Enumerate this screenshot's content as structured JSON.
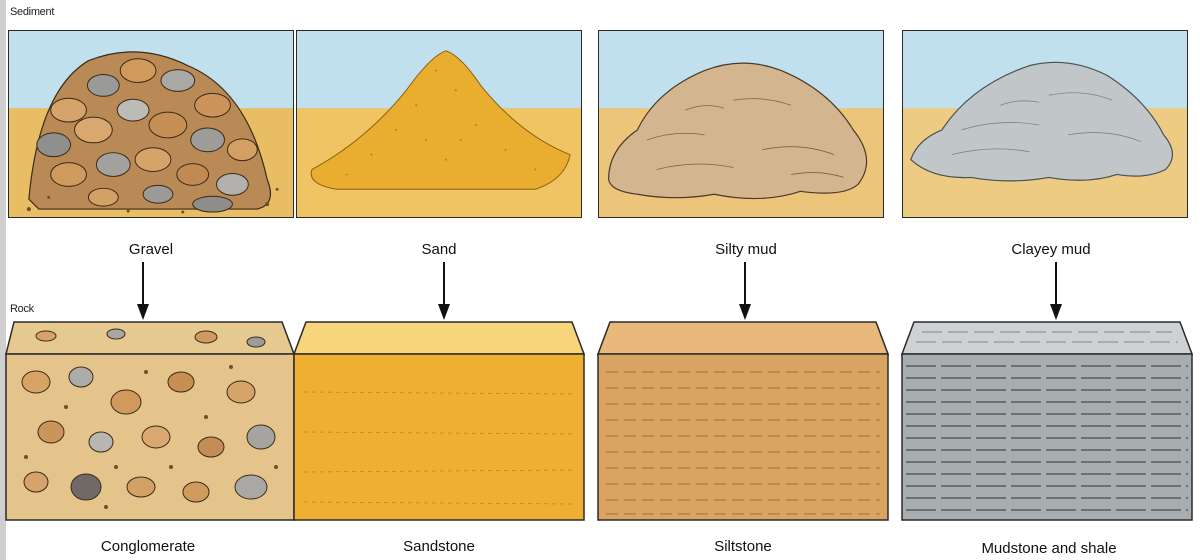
{
  "labels": {
    "sediment": "Sediment",
    "rock": "Rock"
  },
  "sediments": [
    {
      "name": "Gravel",
      "icon": "gravel-pile"
    },
    {
      "name": "Sand",
      "icon": "sand-pile"
    },
    {
      "name": "Silty mud",
      "icon": "silty-mud-pile"
    },
    {
      "name": "Clayey mud",
      "icon": "clayey-mud-pile"
    }
  ],
  "rocks": [
    {
      "name": "Conglomerate",
      "icon": "conglomerate-block"
    },
    {
      "name": "Sandstone",
      "icon": "sandstone-block"
    },
    {
      "name": "Siltstone",
      "icon": "siltstone-block"
    },
    {
      "name": "Mudstone and shale",
      "icon": "mudstone-shale-block"
    }
  ],
  "colors": {
    "sky": "#bfe0ec",
    "ground": "#e8bd63",
    "gravel": "#c99a5c",
    "sand": "#eab338",
    "silt": "#d6b892",
    "clay": "#bcc1c3",
    "sandstone": "#eeaf33",
    "siltstone": "#d9a462",
    "shale": "#a8adb0"
  }
}
